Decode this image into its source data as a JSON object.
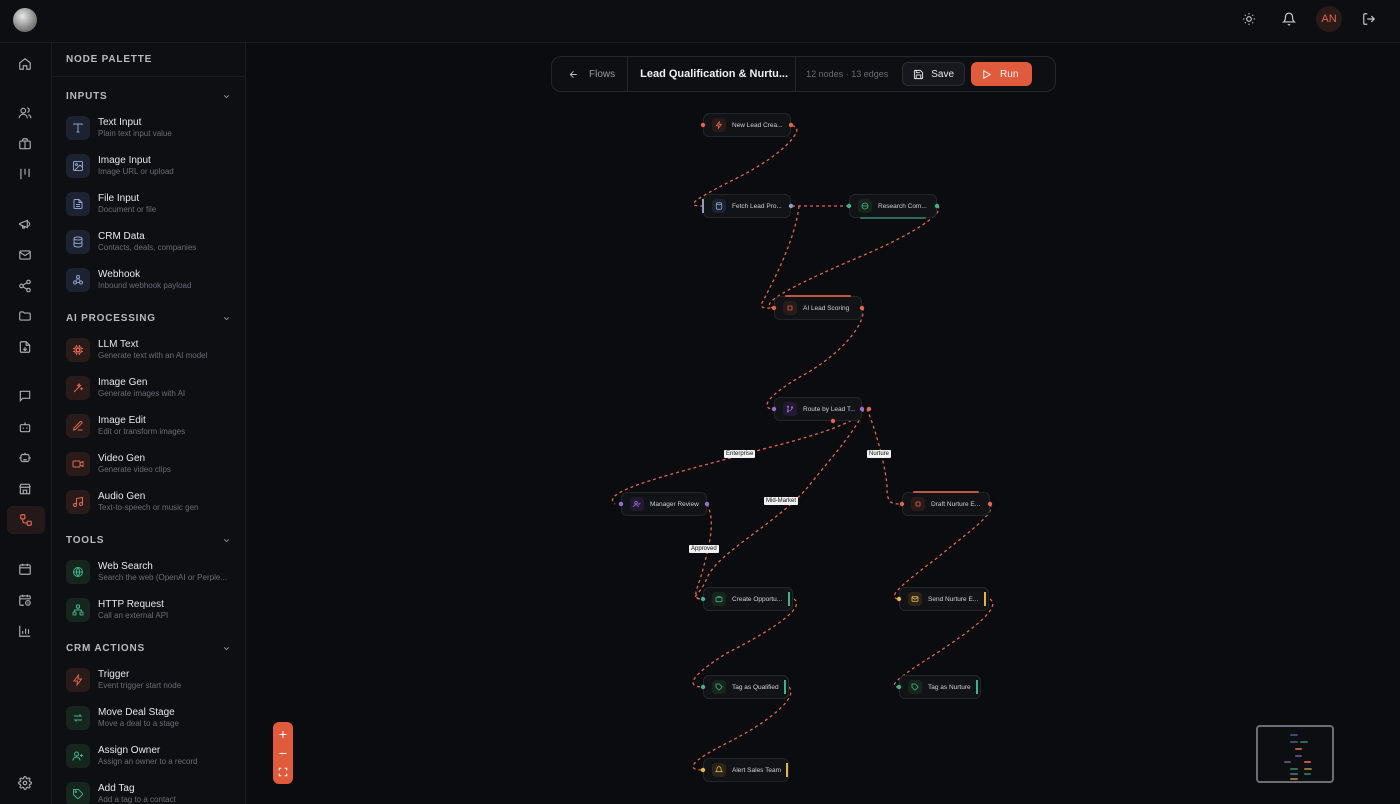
{
  "topbar": {
    "logo": "app-logo",
    "icons": [
      "sun-icon",
      "bell-icon",
      "logout-icon"
    ],
    "avatar_initials": "AN"
  },
  "rail": {
    "items": [
      "home-icon",
      "users-icon",
      "briefcase-icon",
      "kanban-icon",
      "megaphone-icon",
      "mail-icon",
      "share-icon",
      "folder-icon",
      "file-import-icon",
      "chat-icon",
      "bot-icon",
      "bot-alt-icon",
      "store-icon",
      "flow-icon",
      "calendar-icon",
      "calendar-clock-icon",
      "bar-chart-icon",
      "gear-icon"
    ],
    "active": "flow-icon"
  },
  "palette": {
    "title": "NODE PALETTE",
    "sections": [
      {
        "title": "INPUTS",
        "items": [
          {
            "label": "Text Input",
            "desc": "Plain text input value",
            "icon": "text-icon",
            "tone": "blue"
          },
          {
            "label": "Image Input",
            "desc": "Image URL or upload",
            "icon": "image-icon",
            "tone": "blue"
          },
          {
            "label": "File Input",
            "desc": "Document or file",
            "icon": "file-icon",
            "tone": "blue"
          },
          {
            "label": "CRM Data",
            "desc": "Contacts, deals, companies",
            "icon": "database-icon",
            "tone": "blue"
          },
          {
            "label": "Webhook",
            "desc": "Inbound webhook payload",
            "icon": "webhook-icon",
            "tone": "blue"
          }
        ]
      },
      {
        "title": "AI PROCESSING",
        "items": [
          {
            "label": "LLM Text",
            "desc": "Generate text with an AI model",
            "icon": "cpu-icon",
            "tone": "red"
          },
          {
            "label": "Image Gen",
            "desc": "Generate images with AI",
            "icon": "wand-icon",
            "tone": "red"
          },
          {
            "label": "Image Edit",
            "desc": "Edit or transform images",
            "icon": "pen-icon",
            "tone": "red"
          },
          {
            "label": "Video Gen",
            "desc": "Generate video clips",
            "icon": "video-icon",
            "tone": "red"
          },
          {
            "label": "Audio Gen",
            "desc": "Text-to-speech or music gen",
            "icon": "music-icon",
            "tone": "red"
          }
        ]
      },
      {
        "title": "TOOLS",
        "items": [
          {
            "label": "Web Search",
            "desc": "Search the web (OpenAI or Perple...",
            "icon": "globe-icon",
            "tone": "green"
          },
          {
            "label": "HTTP Request",
            "desc": "Call an external API",
            "icon": "network-icon",
            "tone": "green"
          }
        ]
      },
      {
        "title": "CRM ACTIONS",
        "items": [
          {
            "label": "Trigger",
            "desc": "Event trigger start node",
            "icon": "bolt-icon",
            "tone": "red"
          },
          {
            "label": "Move Deal Stage",
            "desc": "Move a deal to a stage",
            "icon": "swap-icon",
            "tone": "green"
          },
          {
            "label": "Assign Owner",
            "desc": "Assign an owner to a record",
            "icon": "user-plus-icon",
            "tone": "green"
          },
          {
            "label": "Add Tag",
            "desc": "Add a tag to a contact",
            "icon": "tag-icon",
            "tone": "green"
          }
        ]
      }
    ]
  },
  "toolbar": {
    "back_label": "Flows",
    "flow_title": "Lead Qualification & Nurtu...",
    "nodes_count": "12 nodes",
    "edges_count": "13 edges",
    "save_label": "Save",
    "run_label": "Run"
  },
  "flow": {
    "nodes": [
      {
        "id": "n1",
        "label": "New Lead Crea...",
        "icon": "bolt-icon",
        "color": "#e0674a"
      },
      {
        "id": "n2",
        "label": "Fetch Lead Pro...",
        "icon": "database-icon",
        "color": "#7d8bb0"
      },
      {
        "id": "n3",
        "label": "Research Com...",
        "icon": "globe-icon",
        "color": "#3fb28a"
      },
      {
        "id": "n4",
        "label": "AI Lead Scoring",
        "icon": "cpu-icon",
        "color": "#e0674a"
      },
      {
        "id": "n5",
        "label": "Route by Lead T...",
        "icon": "branch-icon",
        "color": "#9a6bd8"
      },
      {
        "id": "n6",
        "label": "Manager Review",
        "icon": "user-check-icon",
        "color": "#9a6bd8"
      },
      {
        "id": "n7",
        "label": "Draft Nurture E...",
        "icon": "cpu-icon",
        "color": "#e0674a"
      },
      {
        "id": "n8",
        "label": "Create Opportu...",
        "icon": "briefcase-icon",
        "color": "#3fb28a"
      },
      {
        "id": "n9",
        "label": "Send Nurture E...",
        "icon": "mail-icon",
        "color": "#e2b64a"
      },
      {
        "id": "n10",
        "label": "Tag as Qualified",
        "icon": "tag-icon",
        "color": "#3fb28a"
      },
      {
        "id": "n11",
        "label": "Tag as Nurture",
        "icon": "tag-icon",
        "color": "#3fb28a"
      },
      {
        "id": "n12",
        "label": "Alert Sales Team",
        "icon": "bell-icon",
        "color": "#e2b64a"
      }
    ],
    "edge_labels": {
      "enterprise": "Enterprise",
      "nurture": "Nurture",
      "mid_market": "Mid-Market",
      "approved": "Approved"
    }
  },
  "zoom_controls": {
    "zoom_in": "+",
    "zoom_out": "−",
    "fit": "fit-view-icon"
  },
  "colors": {
    "accent": "#e05a3c",
    "edge": "#e0674a"
  }
}
